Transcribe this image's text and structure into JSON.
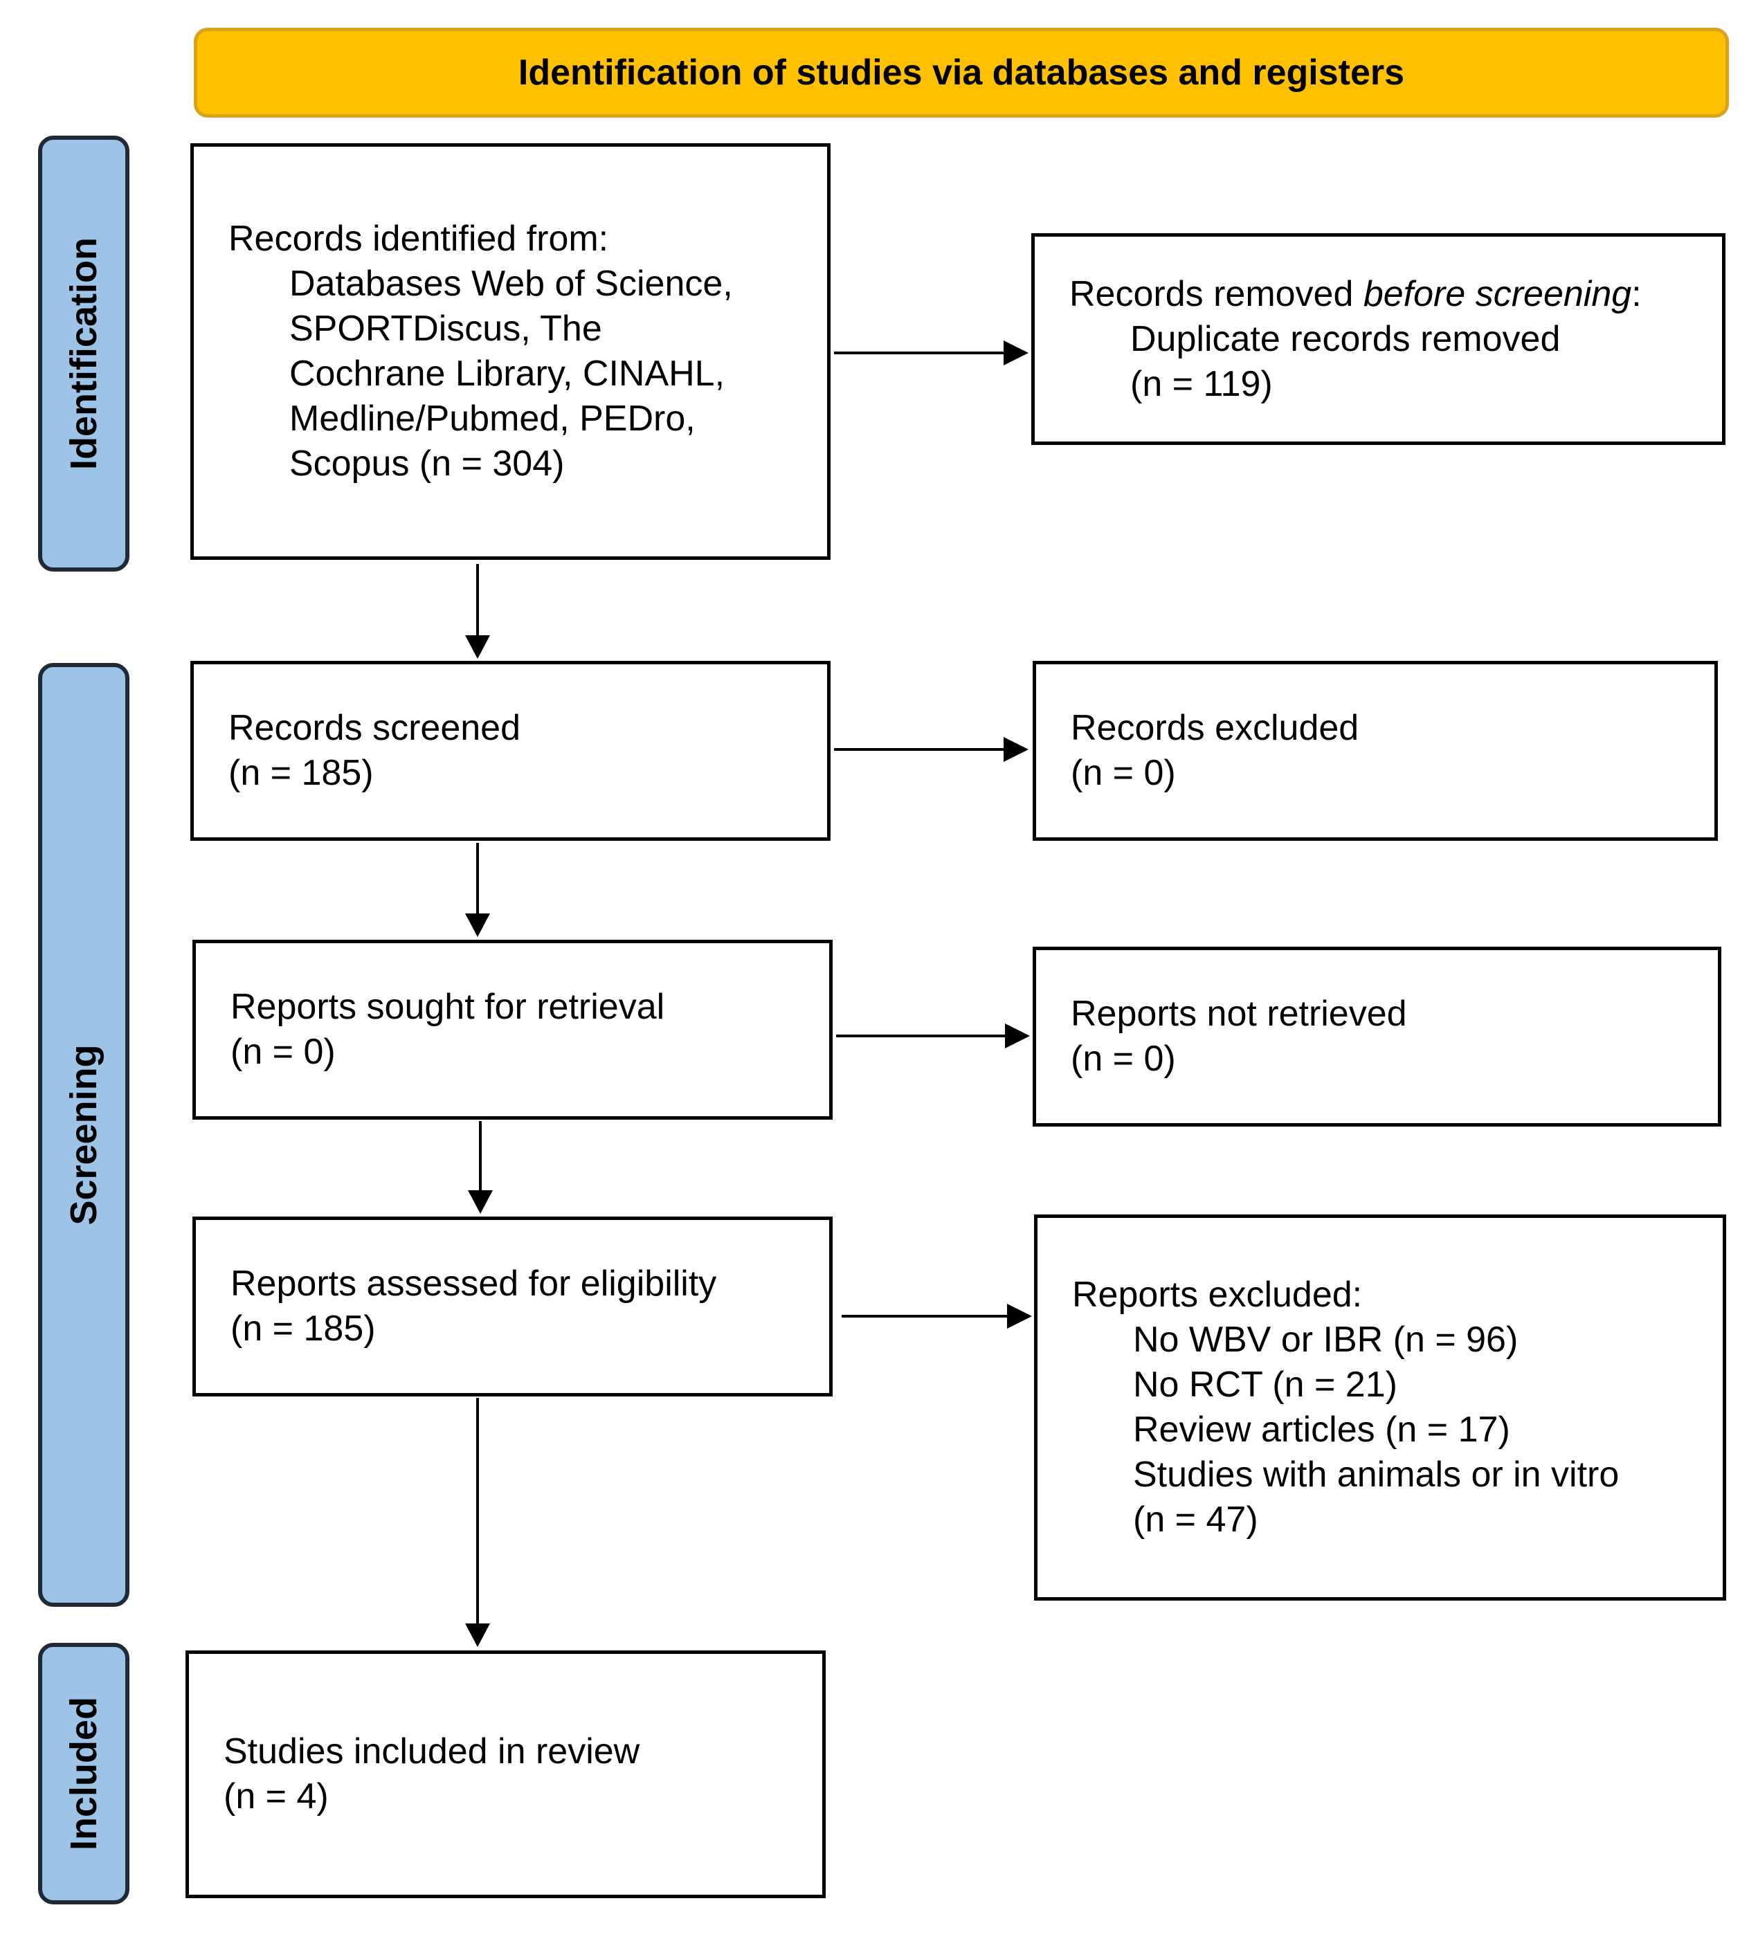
{
  "header": {
    "title": "Identification of studies via databases and registers"
  },
  "stages": {
    "identification": "Identification",
    "screening": "Screening",
    "included": "Included"
  },
  "boxes": {
    "records_identified": {
      "title": "Records identified from:",
      "lines": [
        "Databases Web of Science,",
        "SPORTDiscus, The",
        "Cochrane Library, CINAHL,",
        "Medline/Pubmed, PEDro,",
        "Scopus (n = 304)"
      ]
    },
    "records_removed": {
      "title_plain": "Records removed ",
      "title_italic": "before screening",
      "title_end": ":",
      "lines": [
        "Duplicate records removed",
        "(n = 119)"
      ]
    },
    "records_screened": {
      "title": "Records screened",
      "count": "(n = 185)"
    },
    "records_excluded": {
      "title": "Records excluded",
      "count": "(n = 0)"
    },
    "reports_sought": {
      "title": "Reports sought for retrieval",
      "count": "(n = 0)"
    },
    "reports_not_retrieved": {
      "title": "Reports not retrieved",
      "count": "(n = 0)"
    },
    "reports_assessed": {
      "title": "Reports assessed for eligibility",
      "count": "(n = 185)"
    },
    "reports_excluded": {
      "title": "Reports excluded:",
      "lines": [
        "No WBV or IBR (n = 96)",
        "No RCT (n = 21)",
        "Review articles (n = 17)",
        "Studies with animals or in vitro",
        "(n = 47)"
      ]
    },
    "studies_included": {
      "title": "Studies included in review",
      "count": "(n = 4)"
    }
  },
  "colors": {
    "banner": "#FFC000",
    "stage": "#9DC3E6"
  }
}
